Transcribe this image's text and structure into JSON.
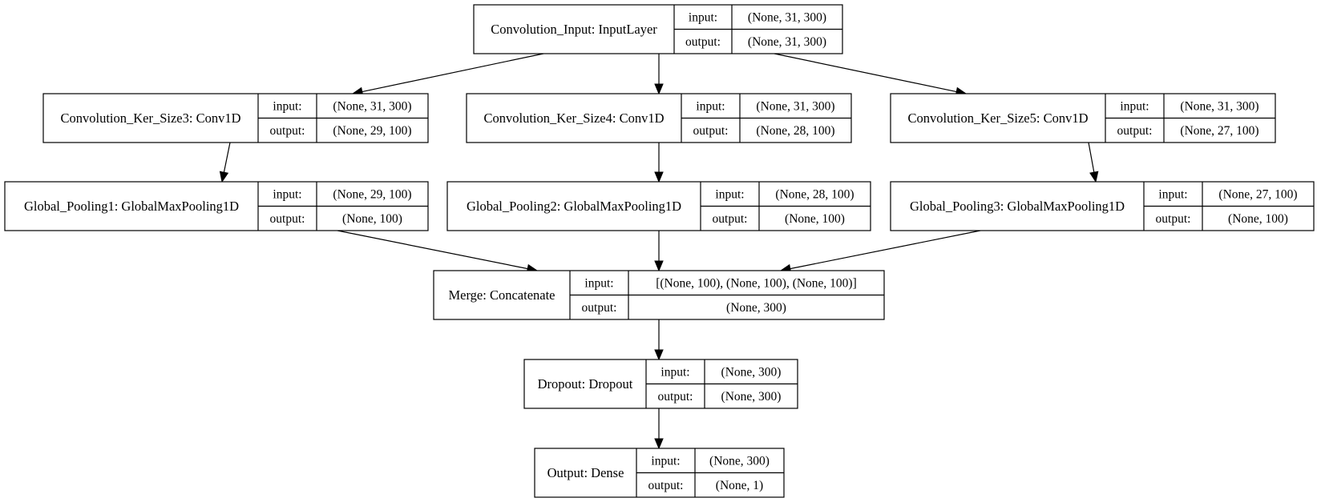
{
  "labels": {
    "input": "input:",
    "output": "output:"
  },
  "nodes": [
    {
      "id": "conv_input",
      "name": "Convolution_Input: InputLayer",
      "input": "(None, 31, 300)",
      "output": "(None, 31, 300)"
    },
    {
      "id": "conv_ker3",
      "name": "Convolution_Ker_Size3: Conv1D",
      "input": "(None, 31, 300)",
      "output": "(None, 29, 100)"
    },
    {
      "id": "conv_ker4",
      "name": "Convolution_Ker_Size4: Conv1D",
      "input": "(None, 31, 300)",
      "output": "(None, 28, 100)"
    },
    {
      "id": "conv_ker5",
      "name": "Convolution_Ker_Size5: Conv1D",
      "input": "(None, 31, 300)",
      "output": "(None, 27, 100)"
    },
    {
      "id": "pool1",
      "name": "Global_Pooling1: GlobalMaxPooling1D",
      "input": "(None, 29, 100)",
      "output": "(None, 100)"
    },
    {
      "id": "pool2",
      "name": "Global_Pooling2: GlobalMaxPooling1D",
      "input": "(None, 28, 100)",
      "output": "(None, 100)"
    },
    {
      "id": "pool3",
      "name": "Global_Pooling3: GlobalMaxPooling1D",
      "input": "(None, 27, 100)",
      "output": "(None, 100)"
    },
    {
      "id": "merge",
      "name": "Merge: Concatenate",
      "input": "[(None, 100), (None, 100), (None, 100)]",
      "output": "(None, 300)"
    },
    {
      "id": "dropout",
      "name": "Dropout: Dropout",
      "input": "(None, 300)",
      "output": "(None, 300)"
    },
    {
      "id": "output",
      "name": "Output: Dense",
      "input": "(None, 300)",
      "output": "(None, 1)"
    }
  ],
  "edges": [
    {
      "from": "conv_input",
      "to": "conv_ker3"
    },
    {
      "from": "conv_input",
      "to": "conv_ker4"
    },
    {
      "from": "conv_input",
      "to": "conv_ker5"
    },
    {
      "from": "conv_ker3",
      "to": "pool1"
    },
    {
      "from": "conv_ker4",
      "to": "pool2"
    },
    {
      "from": "conv_ker5",
      "to": "pool3"
    },
    {
      "from": "pool1",
      "to": "merge"
    },
    {
      "from": "pool2",
      "to": "merge"
    },
    {
      "from": "pool3",
      "to": "merge"
    },
    {
      "from": "merge",
      "to": "dropout"
    },
    {
      "from": "dropout",
      "to": "output"
    }
  ]
}
